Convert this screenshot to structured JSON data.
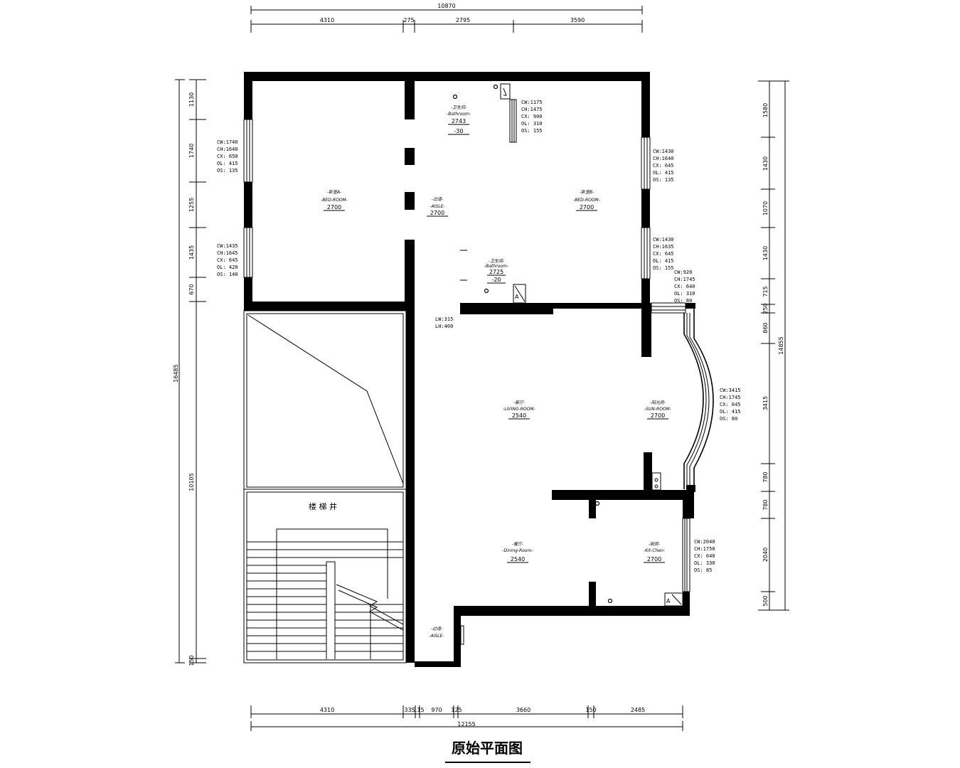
{
  "title": "原始平面图",
  "dimensions": {
    "top_total": "10870",
    "top": [
      "4310",
      "275",
      "2795",
      "3590"
    ],
    "bottom": [
      "4310",
      "335",
      "115",
      "970",
      "125",
      "3660",
      "150",
      "2485"
    ],
    "bottom_total": "12155",
    "left_total_upper": "16485",
    "left_upper": [
      "1130",
      "1740",
      "1255",
      "1435",
      "670"
    ],
    "left_lower": "10105",
    "left_bottom": "150",
    "right": [
      "1580",
      "1430",
      "1070",
      "1430",
      "715",
      "250",
      "860",
      "3415",
      "780",
      "780",
      "2040",
      "500"
    ],
    "right_total": "14855"
  },
  "windows": [
    {
      "id": "w-left-top",
      "lines": [
        "CW:1740",
        "CH:1640",
        "CX: 650",
        "OL: 415",
        "OS: 135"
      ]
    },
    {
      "id": "w-left-bottom",
      "lines": [
        "CW:1435",
        "CH:1645",
        "CX: 645",
        "OL: 420",
        "OS: 140"
      ]
    },
    {
      "id": "w-top-bath",
      "lines": [
        "CW:1175",
        "CH:1475",
        "CX: 900",
        "OL: 310",
        "OS: 155"
      ]
    },
    {
      "id": "w-right-top",
      "lines": [
        "CW:1430",
        "CH:1640",
        "CX: 645",
        "OL: 415",
        "OS: 135"
      ]
    },
    {
      "id": "w-right-mid",
      "lines": [
        "CW:1430",
        "CH:1635",
        "CX: 645",
        "OL: 415",
        "OS: 155"
      ]
    },
    {
      "id": "w-right-small",
      "lines": [
        "CW:920",
        "CH:1745",
        "CX: 640",
        "OL: 310",
        "OS: 80"
      ]
    },
    {
      "id": "w-bay",
      "lines": [
        "CW:3415",
        "CH:1745",
        "CX: 645",
        "OL: 415",
        "OS: 80"
      ]
    },
    {
      "id": "w-kitchen",
      "lines": [
        "CW:2040",
        "CH:1750",
        "CX: 640",
        "OL: 330",
        "OS: 85"
      ]
    }
  ],
  "rooms": [
    {
      "id": "bedroom-left",
      "cn": "-卧室A-",
      "en": "-BED-ROOM-",
      "height": "2700"
    },
    {
      "id": "bathroom-top",
      "cn": "-卫生间-",
      "en": "-Bathroom-",
      "height": "2743",
      "sub": "-30"
    },
    {
      "id": "aisle-upper",
      "cn": "-过道-",
      "en": "-AISLE-",
      "height": "2700"
    },
    {
      "id": "bedroom-right",
      "cn": "-卧室B-",
      "en": "-BED-ROOM-",
      "height": "2700"
    },
    {
      "id": "bathroom-mid",
      "cn": "-卫生间-",
      "en": "-Bathroom-",
      "height": "2725",
      "sub": "-20"
    },
    {
      "id": "living-room",
      "cn": "-客厅-",
      "en": "-LIVING-ROOM-",
      "height": "2540"
    },
    {
      "id": "bay-room",
      "cn": "-阳光房-",
      "en": "-SUN-ROOM-",
      "height": "2700"
    },
    {
      "id": "dining-room",
      "cn": "-餐厅-",
      "en": "-Dining-Room-",
      "height": "2540"
    },
    {
      "id": "kitchen",
      "cn": "-厨房-",
      "en": "-Kit-Chen-",
      "height": "2700"
    },
    {
      "id": "aisle-lower",
      "cn": "-过道-",
      "en": "-AISLE-"
    }
  ],
  "beam_note": [
    "LW:315",
    "LH:400"
  ],
  "stair_label": "楼 梯 井"
}
